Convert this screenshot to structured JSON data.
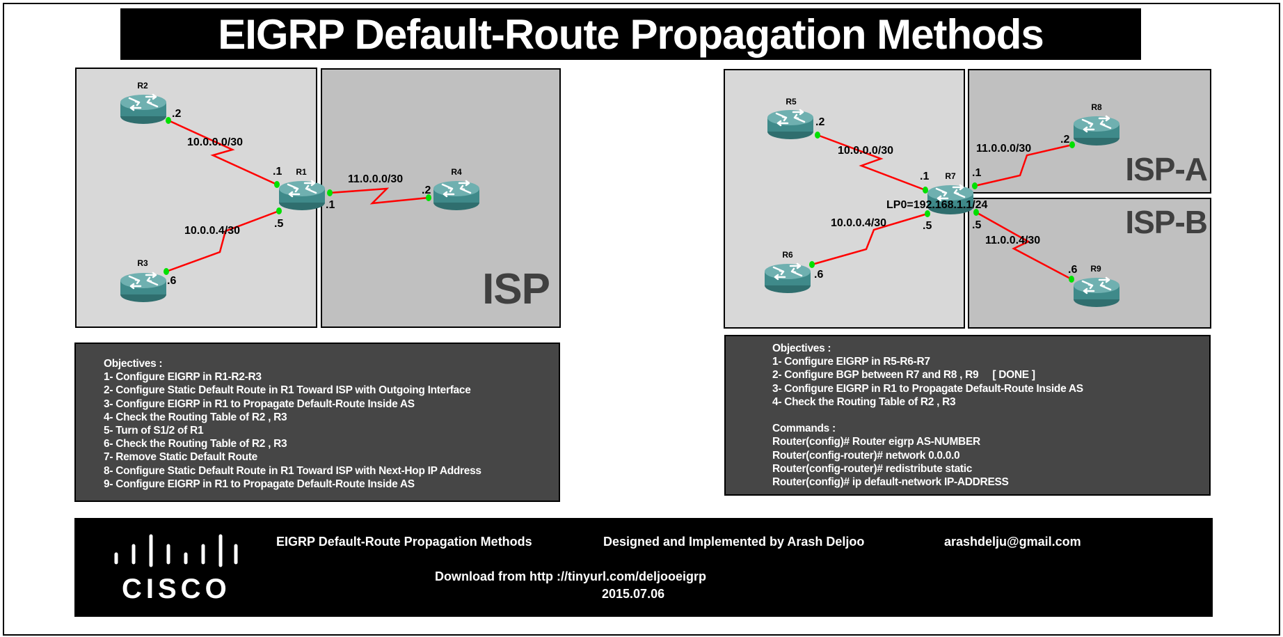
{
  "title": "EIGRP Default-Route Propagation Methods",
  "left_diagram": {
    "zone_label": "ISP",
    "routers": [
      "R1",
      "R2",
      "R3",
      "R4"
    ],
    "links": [
      {
        "subnet": "10.0.0.0/30",
        "a_ip": ".2",
        "b_ip": ".1"
      },
      {
        "subnet": "10.0.0.4/30",
        "a_ip": ".6",
        "b_ip": ".5"
      },
      {
        "subnet": "11.0.0.0/30",
        "a_ip": ".1",
        "b_ip": ".2"
      }
    ]
  },
  "right_diagram": {
    "zone_a_label": "ISP-A",
    "zone_b_label": "ISP-B",
    "loopback": "LP0=192.168.1.1/24",
    "routers": [
      "R5",
      "R6",
      "R7",
      "R8",
      "R9"
    ],
    "links": [
      {
        "subnet": "10.0.0.0/30",
        "a_ip": ".2",
        "b_ip": ".1"
      },
      {
        "subnet": "10.0.0.4/30",
        "a_ip": ".6",
        "b_ip": ".5"
      },
      {
        "subnet": "11.0.0.0/30",
        "a_ip": ".1",
        "b_ip": ".2"
      },
      {
        "subnet": "11.0.0.4/30",
        "a_ip": ".5",
        "b_ip": ".6"
      }
    ]
  },
  "left_objectives": {
    "heading": "Objectives :",
    "items": [
      "1- Configure EIGRP in R1-R2-R3",
      "2- Configure Static Default Route in R1 Toward ISP with Outgoing Interface",
      "3- Configure EIGRP in R1 to Propagate Default-Route Inside AS",
      "4- Check the Routing Table of R2 , R3",
      "5- Turn of S1/2 of R1",
      "6- Check the Routing Table of R2 , R3",
      "7- Remove Static Default Route",
      "8- Configure Static Default Route in R1 Toward ISP with Next-Hop IP Address",
      "9- Configure EIGRP in R1 to Propagate Default-Route Inside AS"
    ]
  },
  "right_objectives": {
    "heading": "Objectives :",
    "items": [
      "1- Configure EIGRP in R5-R6-R7",
      "2- Configure BGP between R7 and R8 , R9     [ DONE ]",
      "3- Configure EIGRP in R1 to Propagate Default-Route Inside AS",
      "4- Check the Routing Table of R2 , R3"
    ],
    "commands_heading": "Commands :",
    "commands": [
      "Router(config)# Router eigrp AS-NUMBER",
      "Router(config-router)# network 0.0.0.0",
      "Router(config-router)# redistribute static",
      "Router(config)# ip default-network IP-ADDRESS"
    ]
  },
  "footer": {
    "logo_text": "CISCO",
    "lab_title": "EIGRP Default-Route Propagation Methods",
    "author": "Designed and Implemented by Arash Deljoo",
    "email": "arashdelju@gmail.com",
    "download": "Download from http ://tinyurl.com/deljooeigrp",
    "date": "2015.07.06"
  },
  "colors": {
    "link": "#ff0000",
    "port": "#00e000",
    "router": "#3f8a8a",
    "zone_light": "#d8d8d8",
    "zone_dark": "#c0c0c0",
    "textbox": "#464646"
  }
}
